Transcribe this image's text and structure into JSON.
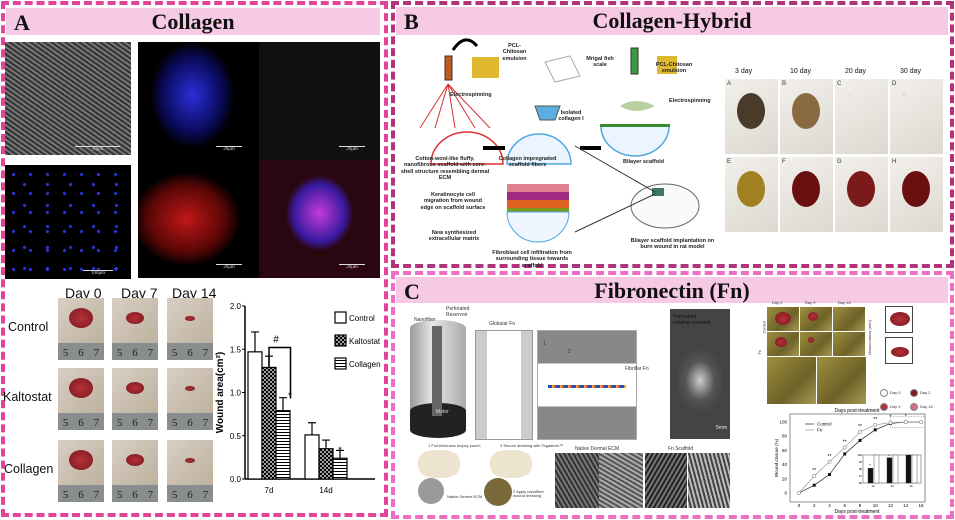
{
  "panel_a": {
    "letter": "A",
    "title": "Collagen",
    "scale_labels": {
      "sem": "10μm",
      "dots": "100μm",
      "c1": "20μm",
      "c2": "20μm",
      "c3": "20μm",
      "c4": "20μm"
    },
    "days": [
      "Day 0",
      "Day 7",
      "Day 14"
    ],
    "groups": [
      "Control",
      "Kaltostat",
      "Collagen"
    ],
    "ruler": [
      "5",
      "6",
      "7"
    ]
  },
  "panel_b": {
    "letter": "B",
    "title": "Collagen-Hybrid",
    "labels": {
      "emulsion1": "PCL-Chitosan emulsion",
      "emulsion2": "PCL-Chitosan emulsion",
      "fish": "Mrigal fish scale",
      "electro1": "Electrospinning",
      "electro2": "Electrospinning",
      "isolated": "Isolated collagen I",
      "cotton": "Cotton-wool-like fluffy, nanofibrous scaffold with core-shell structure resembling dermal ECM",
      "impregnated": "Collagen impregnated scaffold fibers",
      "bilayer": "Bilayer scaffold",
      "keratinocyte": "Keratinocyte cell migration from wound edge on scaffold surface",
      "ecm": "New synthesized extracellular matrix",
      "fibroblast": "Fibroblast cell infiltration from surrounding tissue towards scaffold",
      "implant": "Bilayer scaffold implantation on burn wound in rat model"
    },
    "photo_days": [
      "3 day",
      "10 day",
      "20 day",
      "30 day"
    ],
    "photo_letters": [
      "A",
      "B",
      "C",
      "D",
      "E",
      "F",
      "G",
      "H"
    ]
  },
  "panel_c": {
    "letter": "C",
    "title": "Fibronectin (Fn)",
    "labels": {
      "nanofiber": "Nanofiber",
      "reservoir": "Perforated Reservoir",
      "motor": "Motor",
      "globular": "Globular Fn",
      "fibrillar": "Fibrillar Fn",
      "n1": "1",
      "n2": "2",
      "rotating": "Perforated rotating reservoir",
      "scale5": "5mm",
      "step1": "1 Full-thickness biopsy punch",
      "step3": "3 Secure dressing with Tegaderm™",
      "step2": "2 Apply nanofiber wound dressing",
      "native_ecm_small": "Native Dermal ECM",
      "native_ecm": "Native Dermal ECM",
      "fn_scaffold": "Fn Scaffold"
    },
    "photo_days": [
      "Day 2",
      "Day 9",
      "Day 16"
    ],
    "photo_rows": [
      "Control",
      "Fn"
    ],
    "stress_label": "Wound stress (mm)",
    "legend": [
      "Day 0",
      "Day 2",
      "Day 9",
      "Day 16"
    ]
  },
  "chart_data": [
    {
      "type": "bar",
      "title": "",
      "xlabel": "",
      "ylabel": "Wound area(cm²)",
      "ylim": [
        0,
        2.0
      ],
      "yticks": [
        "0.0",
        "0.5",
        "1.0",
        "1.5",
        "2.0"
      ],
      "categories": [
        "7d",
        "14d"
      ],
      "series": [
        {
          "name": "Control",
          "values": [
            1.47,
            0.51
          ],
          "errors": [
            0.23,
            0.14
          ]
        },
        {
          "name": "Kaltostat",
          "values": [
            1.29,
            0.35
          ],
          "errors": [
            0.13,
            0.1
          ]
        },
        {
          "name": "Collagen",
          "values": [
            0.79,
            0.24
          ],
          "errors": [
            0.15,
            0.09
          ]
        }
      ],
      "annotations": [
        "#",
        "*",
        "*"
      ],
      "legend": "top-right"
    },
    {
      "type": "line",
      "title": "Days post-treatment",
      "xlabel": "Days post-treatment",
      "ylabel": "Wound closure (%)",
      "xlim": [
        0,
        16
      ],
      "ylim": [
        0,
        100
      ],
      "xticks": [
        "0",
        "2",
        "4",
        "6",
        "8",
        "10",
        "12",
        "14",
        "16"
      ],
      "yticks": [
        "0",
        "20",
        "40",
        "60",
        "80",
        "100"
      ],
      "x": [
        0,
        2,
        4,
        6,
        8,
        10,
        12,
        14,
        16
      ],
      "series": [
        {
          "name": "Control",
          "values": [
            0,
            11,
            26,
            55,
            74,
            89,
            98,
            100,
            100
          ]
        },
        {
          "name": "Fn",
          "values": [
            0,
            24,
            44,
            64,
            86,
            96,
            99,
            100,
            100
          ]
        }
      ],
      "annotations": [
        "**",
        "**",
        "**",
        "**",
        "**",
        "*",
        "*"
      ],
      "legend": "top-left"
    },
    {
      "type": "bar",
      "title": "inset",
      "categories": [
        "12",
        "14",
        "16"
      ],
      "ylim": [
        96,
        100
      ],
      "yticks": [
        "96",
        "97",
        "98",
        "99",
        "100"
      ],
      "series": [
        {
          "name": "Control",
          "values": [
            98.1,
            99.6,
            100
          ]
        },
        {
          "name": "Fn",
          "values": [
            100,
            100,
            100
          ]
        }
      ],
      "annotations": [
        "*",
        "*"
      ]
    }
  ]
}
